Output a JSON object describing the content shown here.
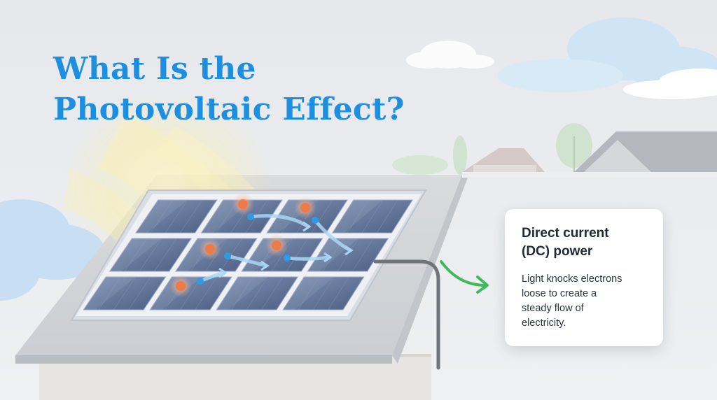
{
  "title": {
    "line1": "What Is the",
    "line2": "Photovoltaic Effect?"
  },
  "card": {
    "heading_line1": "Direct current",
    "heading_line2": "(DC) power",
    "body_lines": [
      "Light knocks electrons",
      "loose to create a",
      "steady flow of",
      "electricity."
    ]
  },
  "icons": [
    "sun-rays-icon",
    "electron-icon",
    "arrow-right-icon",
    "solar-panel-icon",
    "house-icon",
    "cloud-icon",
    "tree-icon"
  ],
  "colors": {
    "title_blue": "#1d8fe0",
    "arrow_green": "#3dba5c",
    "electron_orange": "#f07a45",
    "electron_blue": "#2d9be6",
    "panel_cell": "#5a6f93"
  }
}
